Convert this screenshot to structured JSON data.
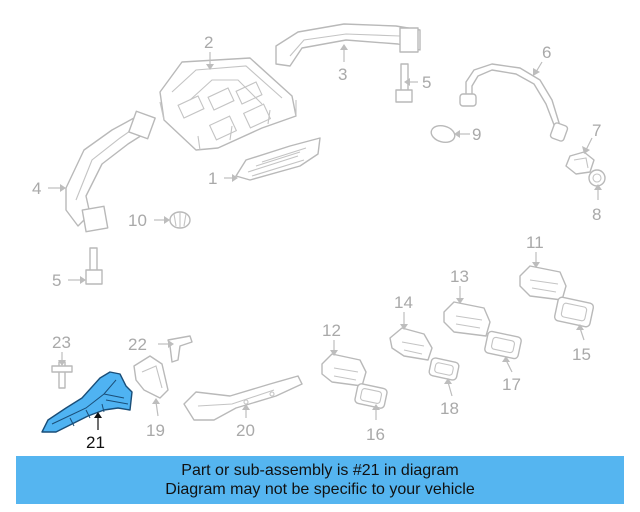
{
  "diagram": {
    "highlighted_part": "21",
    "highlight_color": "#4fb3f2",
    "callouts": [
      "1",
      "2",
      "3",
      "4",
      "5",
      "5",
      "6",
      "7",
      "8",
      "9",
      "10",
      "11",
      "12",
      "13",
      "14",
      "15",
      "16",
      "17",
      "18",
      "19",
      "20",
      "21",
      "22",
      "23"
    ]
  },
  "banner": {
    "line1": "Part or sub-assembly is #21 in diagram",
    "line2": "Diagram may not be specific to your vehicle",
    "color": "#55b5f0"
  }
}
